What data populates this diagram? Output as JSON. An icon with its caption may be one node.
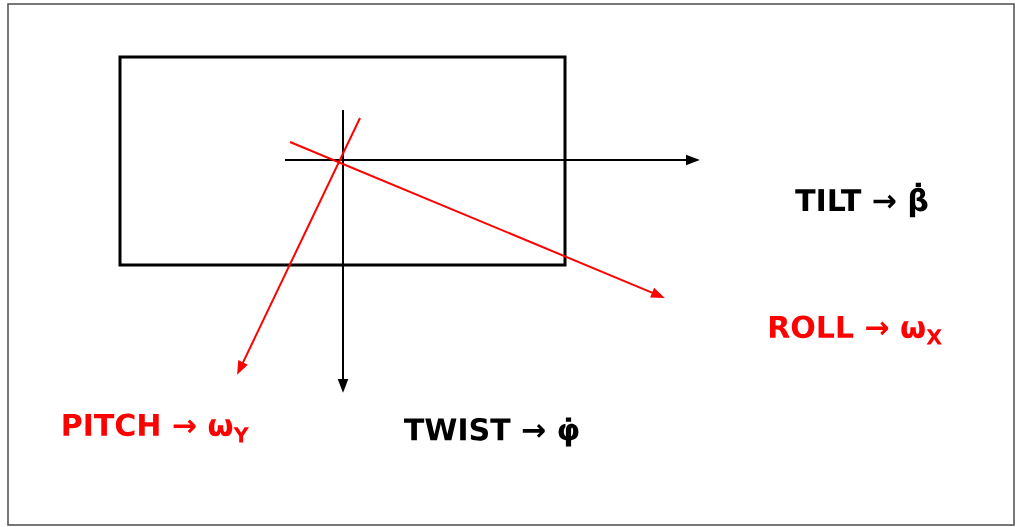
{
  "diagram": {
    "labels": [
      "TILT → β̇",
      "ROLL → ω$_{X}$",
      "PITCH → ω$_{Y}$",
      "TWIST → φ̇"
    ]
  }
}
